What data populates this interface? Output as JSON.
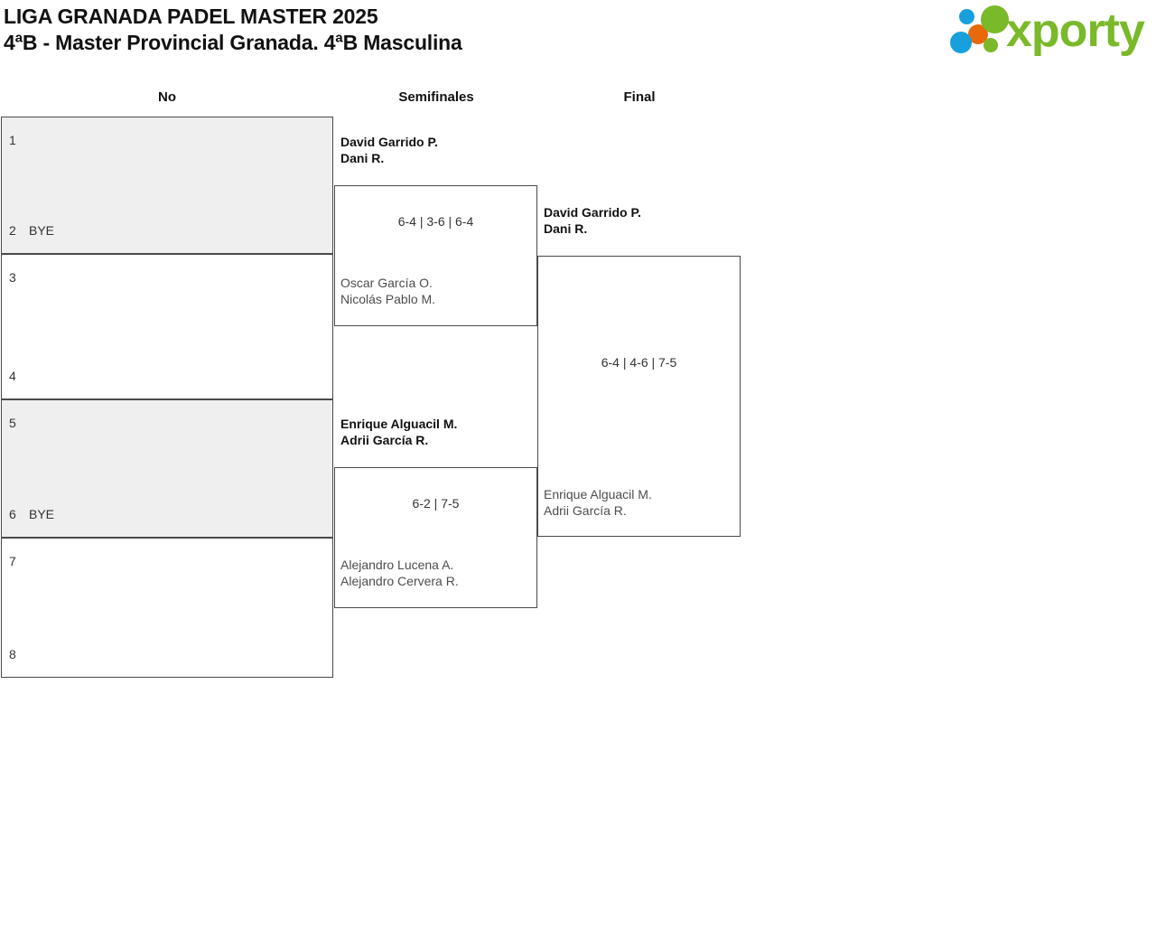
{
  "header": {
    "tournament_title": "LIGA GRANADA PADEL MASTER 2025",
    "category_title": "4ªB - Master Provincial Granada. 4ªB Masculina",
    "logo": {
      "wordmark": "xporty",
      "dots": [
        "blue-dot-small",
        "orange-dot",
        "green-dot-large",
        "blue-dot-large",
        "green-dot-small"
      ],
      "colors": {
        "green": "#7ab929",
        "blue": "#17a0dc",
        "orange": "#e8690b"
      }
    }
  },
  "columns": {
    "seeds_label": "No",
    "semifinals_label": "Semifinales",
    "final_label": "Final"
  },
  "bracket": {
    "seed_blocks": [
      {
        "shaded": true,
        "top_no": "1",
        "top_name": "",
        "bottom_no": "2",
        "bottom_name": "BYE"
      },
      {
        "shaded": false,
        "top_no": "3",
        "top_name": "",
        "bottom_no": "4",
        "bottom_name": ""
      },
      {
        "shaded": true,
        "top_no": "5",
        "top_name": "",
        "bottom_no": "6",
        "bottom_name": "BYE"
      },
      {
        "shaded": false,
        "top_no": "7",
        "top_name": "",
        "bottom_no": "8",
        "bottom_name": ""
      }
    ],
    "semifinals": [
      {
        "winner": {
          "player1": "David Garrido P.",
          "player2": "Dani R."
        },
        "loser": {
          "player1": "Oscar García O.",
          "player2": "Nicolás Pablo M."
        },
        "score": "6-4 | 3-6 | 6-4"
      },
      {
        "winner": {
          "player1": "Enrique Alguacil M.",
          "player2": "Adrii García R."
        },
        "loser": {
          "player1": "Alejandro Lucena A.",
          "player2": "Alejandro Cervera R."
        },
        "score": "6-2 | 7-5"
      }
    ],
    "final": {
      "winner": {
        "player1": "David Garrido P.",
        "player2": "Dani R."
      },
      "loser": {
        "player1": "Enrique Alguacil M.",
        "player2": "Adrii García R."
      },
      "score": "6-4 | 4-6 | 7-5"
    }
  }
}
